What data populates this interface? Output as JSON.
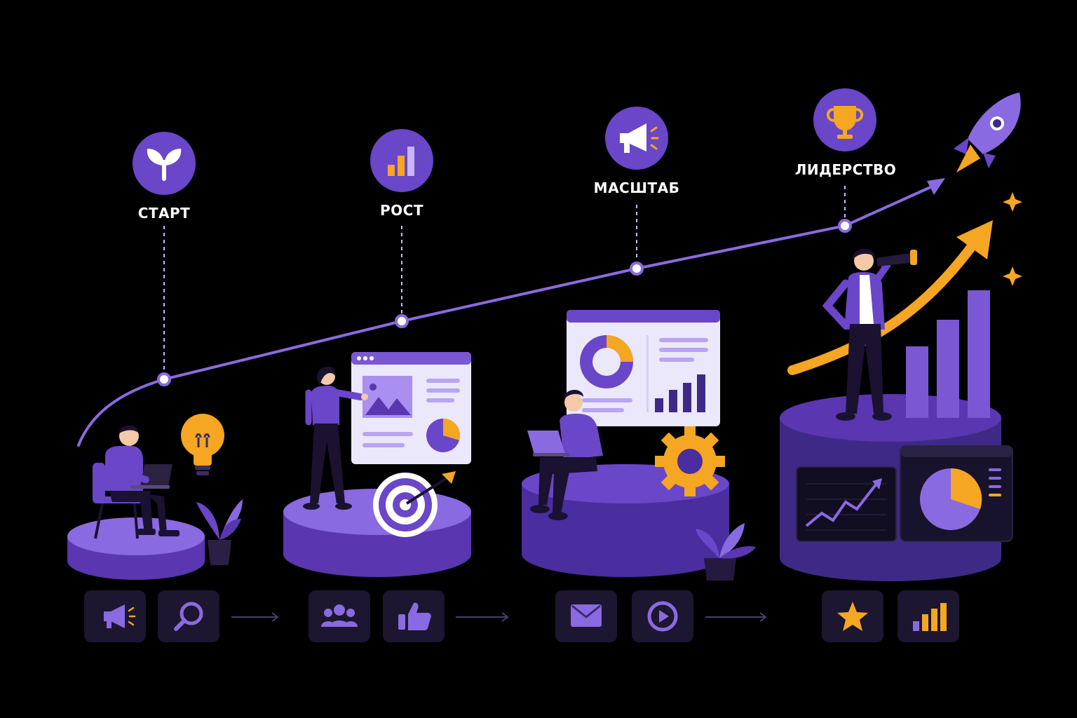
{
  "stages": [
    {
      "label": "СТАРТ",
      "icon": "sprout-icon"
    },
    {
      "label": "РОСТ",
      "icon": "bar-chart-icon"
    },
    {
      "label": "МАСШТАБ",
      "icon": "megaphone-icon"
    },
    {
      "label": "ЛИДЕРСТВО",
      "icon": "trophy-icon"
    }
  ],
  "bottom_icons": [
    "megaphone-icon",
    "search-icon",
    "users-icon",
    "thumbs-up-icon",
    "mail-icon",
    "play-icon",
    "star-icon",
    "bar-chart-icon"
  ],
  "colors": {
    "background": "#000000",
    "purple": "#6a46c8",
    "purple_light": "#8f6fe0",
    "purple_dark": "#3e2a86",
    "orange": "#f5a623",
    "tile": "#1c1630"
  }
}
